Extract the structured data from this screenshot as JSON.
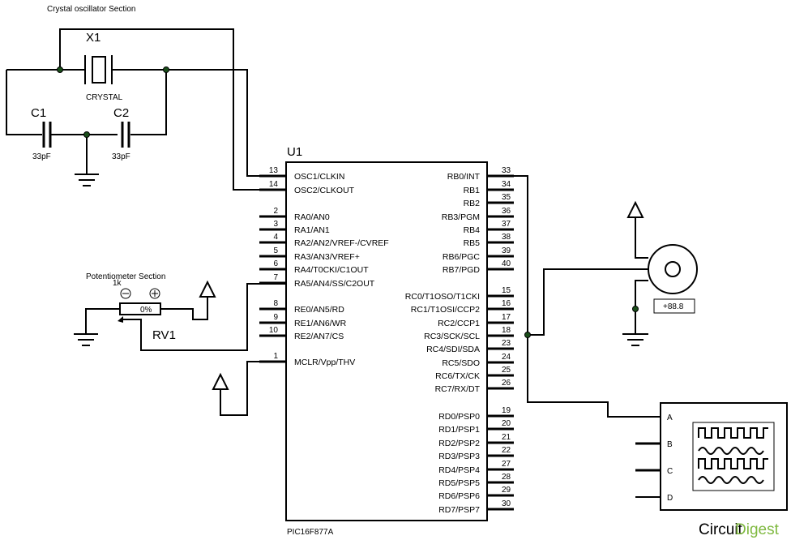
{
  "sections": {
    "crystal_title": "Crystal oscillator Section",
    "pot_title": "Potentiometer Section"
  },
  "crystal": {
    "ref": "X1",
    "value": "CRYSTAL"
  },
  "c1": {
    "ref": "C1",
    "value": "33pF"
  },
  "c2": {
    "ref": "C2",
    "value": "33pF"
  },
  "pot": {
    "ref": "RV1",
    "value": "1k",
    "percent": "0%"
  },
  "mcu": {
    "ref": "U1",
    "part": "PIC16F877A",
    "left_pins": [
      {
        "num": "13",
        "name": "OSC1/CLKIN"
      },
      {
        "num": "14",
        "name": "OSC2/CLKOUT"
      },
      {
        "num": "2",
        "name": "RA0/AN0"
      },
      {
        "num": "3",
        "name": "RA1/AN1"
      },
      {
        "num": "4",
        "name": "RA2/AN2/VREF-/CVREF"
      },
      {
        "num": "5",
        "name": "RA3/AN3/VREF+"
      },
      {
        "num": "6",
        "name": "RA4/T0CKI/C1OUT"
      },
      {
        "num": "7",
        "name": "RA5/AN4/SS/C2OUT"
      },
      {
        "num": "8",
        "name": "RE0/AN5/RD"
      },
      {
        "num": "9",
        "name": "RE1/AN6/WR"
      },
      {
        "num": "10",
        "name": "RE2/AN7/CS"
      },
      {
        "num": "1",
        "name": "MCLR/Vpp/THV"
      }
    ],
    "right_pins": [
      {
        "num": "33",
        "name": "RB0/INT"
      },
      {
        "num": "34",
        "name": "RB1"
      },
      {
        "num": "35",
        "name": "RB2"
      },
      {
        "num": "36",
        "name": "RB3/PGM"
      },
      {
        "num": "37",
        "name": "RB4"
      },
      {
        "num": "38",
        "name": "RB5"
      },
      {
        "num": "39",
        "name": "RB6/PGC"
      },
      {
        "num": "40",
        "name": "RB7/PGD"
      },
      {
        "num": "15",
        "name": "RC0/T1OSO/T1CKI"
      },
      {
        "num": "16",
        "name": "RC1/T1OSI/CCP2"
      },
      {
        "num": "17",
        "name": "RC2/CCP1"
      },
      {
        "num": "18",
        "name": "RC3/SCK/SCL"
      },
      {
        "num": "23",
        "name": "RC4/SDI/SDA"
      },
      {
        "num": "24",
        "name": "RC5/SDO"
      },
      {
        "num": "25",
        "name": "RC6/TX/CK"
      },
      {
        "num": "26",
        "name": "RC7/RX/DT"
      },
      {
        "num": "19",
        "name": "RD0/PSP0"
      },
      {
        "num": "20",
        "name": "RD1/PSP1"
      },
      {
        "num": "21",
        "name": "RD2/PSP2"
      },
      {
        "num": "22",
        "name": "RD3/PSP3"
      },
      {
        "num": "27",
        "name": "RD4/PSP4"
      },
      {
        "num": "28",
        "name": "RD5/PSP5"
      },
      {
        "num": "29",
        "name": "RD6/PSP6"
      },
      {
        "num": "30",
        "name": "RD7/PSP7"
      }
    ]
  },
  "motor": {
    "readout": "+88.8"
  },
  "scope": {
    "channels": [
      "A",
      "B",
      "C",
      "D"
    ]
  },
  "brand": {
    "part1": "Circuit",
    "part2": "Digest",
    "accent": "#7fb940"
  }
}
